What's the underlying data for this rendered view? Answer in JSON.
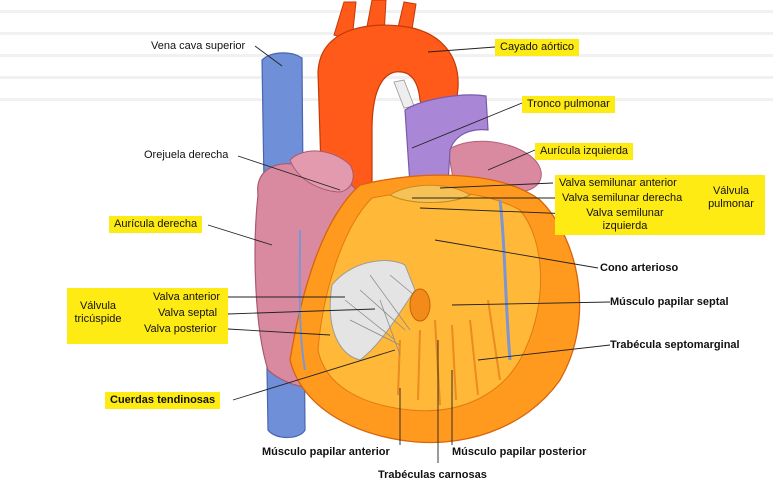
{
  "labels": {
    "vena_cava_superior": "Vena cava superior",
    "cayado_aortico": "Cayado aórtico",
    "tronco_pulmonar": "Tronco pulmonar",
    "orejuela_derecha": "Orejuela derecha",
    "auricula_izquierda": "Aurícula izquierda",
    "auricula_derecha": "Aurícula derecha",
    "valva_semilunar_anterior": "Valva semilunar anterior",
    "valva_semilunar_derecha": "Valva semilunar derecha",
    "valva_semilunar_izquierda_1": "Valva semilunar",
    "valva_semilunar_izquierda_2": "izquierda",
    "valvula_pulmonar_1": "Válvula",
    "valvula_pulmonar_2": "pulmonar",
    "cono_arterioso": "Cono arterioso",
    "valvula_tricuspide_1": "Válvula",
    "valvula_tricuspide_2": "tricúspide",
    "valva_anterior": "Valva anterior",
    "valva_septal": "Valva septal",
    "valva_posterior": "Valva posterior",
    "musculo_papilar_septal": "Músculo papilar septal",
    "trabecula_septomarginal": "Trabécula septomarginal",
    "cuerdas_tendinosas": "Cuerdas tendinosas",
    "musculo_papilar_anterior": "Músculo papilar anterior",
    "musculo_papilar_posterior": "Músculo papilar posterior",
    "trabeculas_carnosas": "Trabéculas carnosas"
  },
  "colors": {
    "highlight": "#ffeb14",
    "vena": "#6f8fd8",
    "aorta": "#ff5a1a",
    "pulmonar": "#a987d6",
    "auricula": "#d98aa0",
    "musculo": "#ff9a1e",
    "interior": "#ffb838",
    "valva": "#e4e4e4"
  }
}
